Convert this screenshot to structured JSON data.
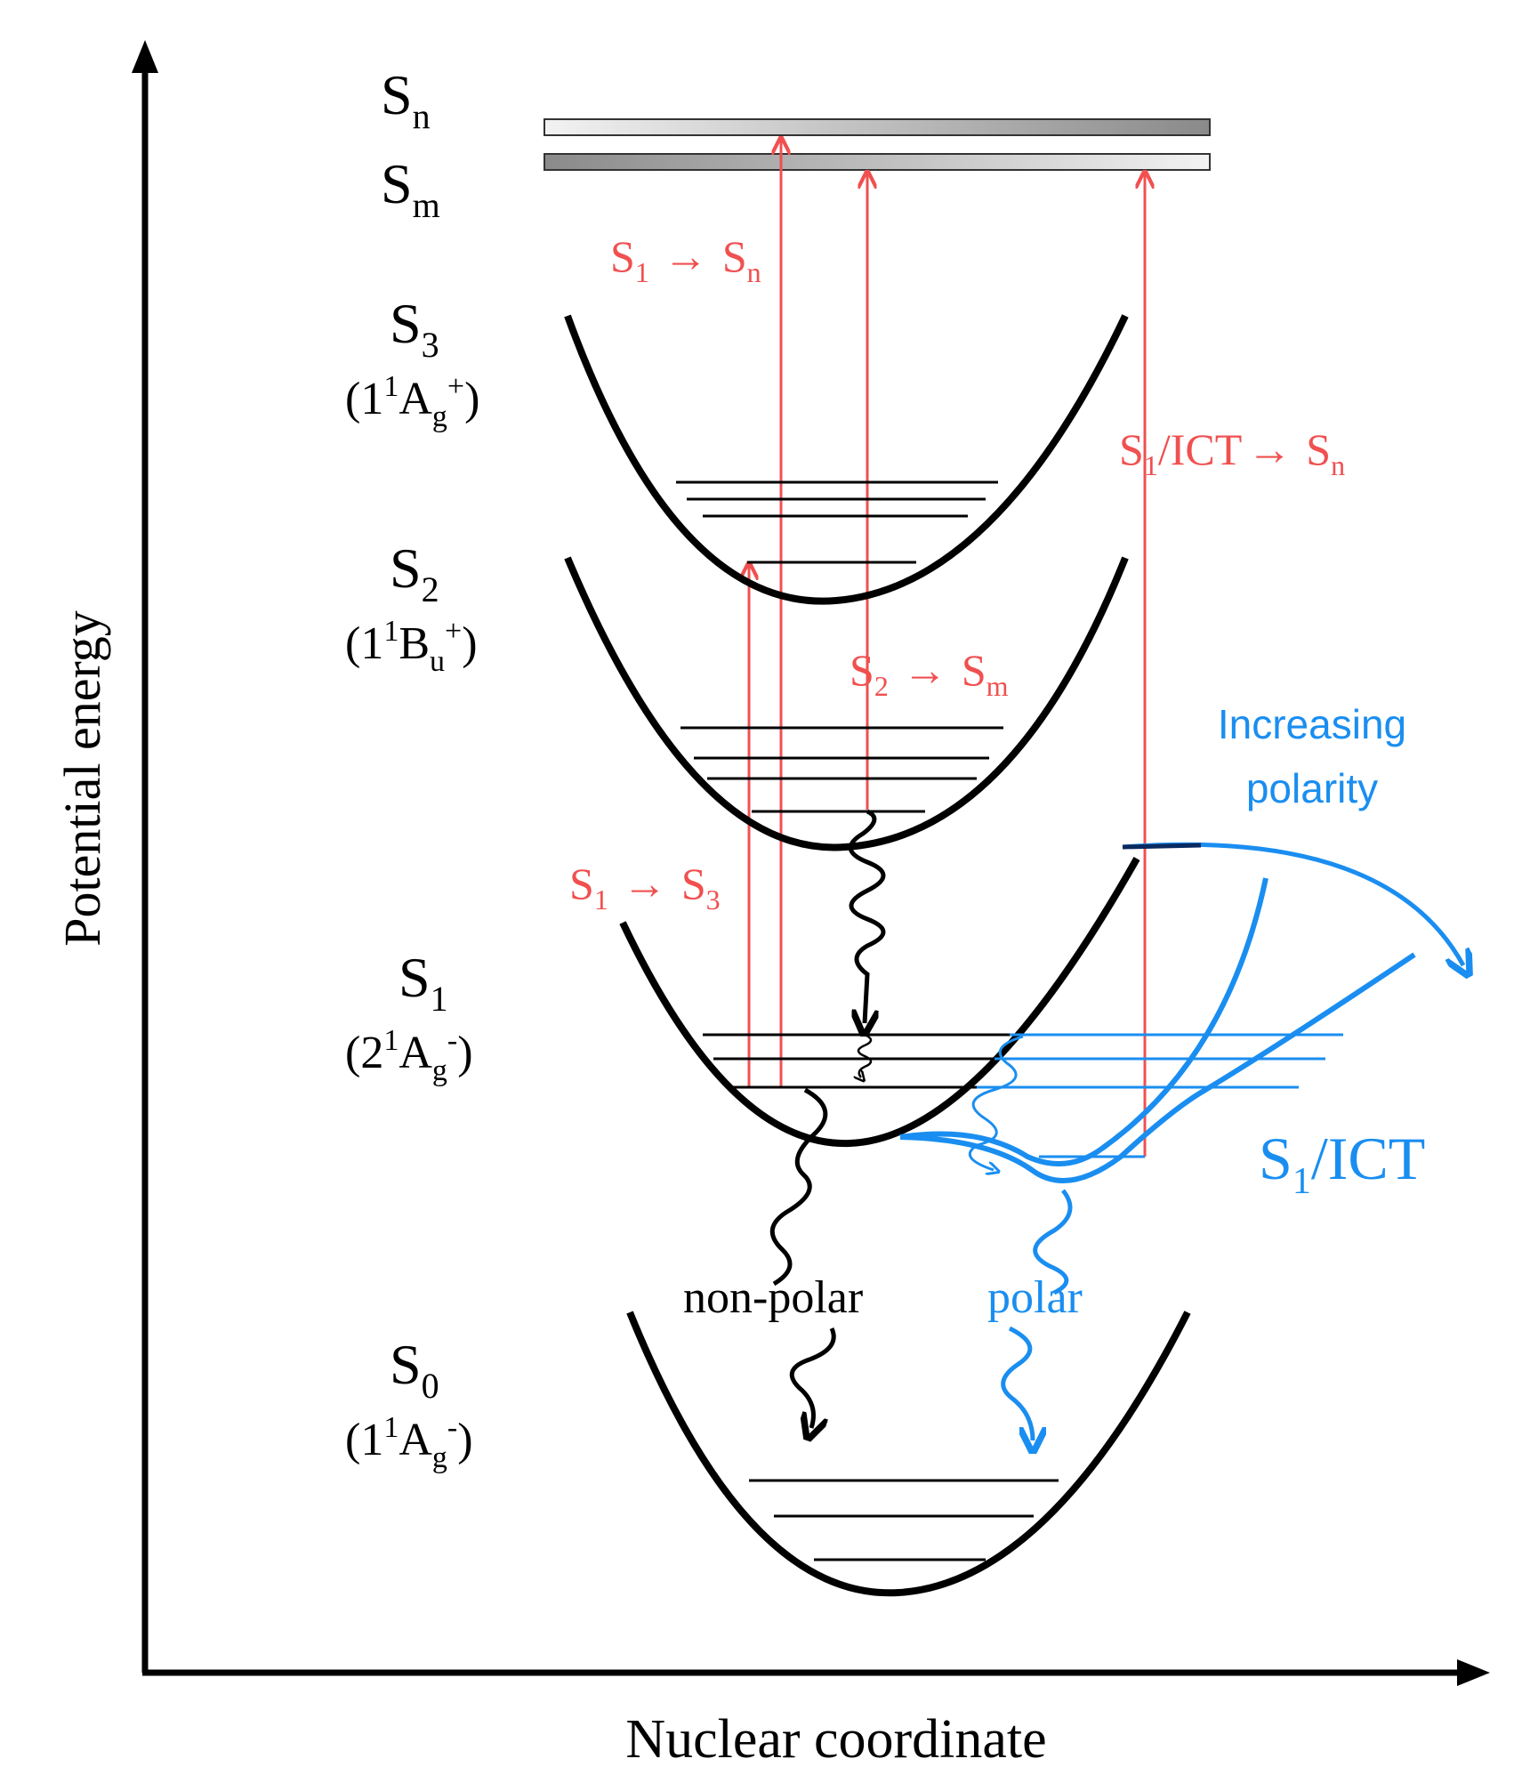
{
  "axes": {
    "y_label": "Potential energy",
    "x_label": "Nuclear coordinate"
  },
  "states": {
    "sn": {
      "main": "S",
      "sub": "n"
    },
    "sm": {
      "main": "S",
      "sub": "m"
    },
    "s3": {
      "main": "S",
      "sub": "3",
      "sym_open": "(1",
      "sym_sup": "1",
      "sym_letter": "A",
      "sym_sub": "g",
      "sym_charge": "+",
      "sym_close": ")"
    },
    "s2": {
      "main": "S",
      "sub": "2",
      "sym_open": "(1",
      "sym_sup": "1",
      "sym_letter": "B",
      "sym_sub": "u",
      "sym_charge": "+",
      "sym_close": ")"
    },
    "s1": {
      "main": "S",
      "sub": "1",
      "sym_open": "(2",
      "sym_sup": "1",
      "sym_letter": "A",
      "sym_sub": "g",
      "sym_charge": "-",
      "sym_close": ")"
    },
    "s0": {
      "main": "S",
      "sub": "0",
      "sym_open": "(1",
      "sym_sup": "1",
      "sym_letter": "A",
      "sym_sub": "g",
      "sym_charge": "-",
      "sym_close": ")"
    },
    "s1ict": {
      "main": "S",
      "sub": "1",
      "rest": "/ICT"
    }
  },
  "transitions": {
    "s1_sn": {
      "from_main": "S",
      "from_sub": "1",
      "arrow": "→",
      "to_main": "S",
      "to_sub": "n"
    },
    "s2_sm": {
      "from_main": "S",
      "from_sub": "2",
      "arrow": "→",
      "to_main": "S",
      "to_sub": "m"
    },
    "s1_s3": {
      "from_main": "S",
      "from_sub": "1",
      "arrow": "→",
      "to_main": "S",
      "to_sub": "3"
    },
    "ict_sn": {
      "from_main": "S",
      "from_sub": "1",
      "from_rest": "/ICT",
      "arrow": "→",
      "to_main": "S",
      "to_sub": "n"
    }
  },
  "annotations": {
    "increasing_line1": "Increasing",
    "increasing_line2": "polarity",
    "non_polar": "non-polar",
    "polar": "polar"
  },
  "colors": {
    "transition": "#f05050",
    "polar": "#1a8ef0",
    "curve": "#000000"
  }
}
